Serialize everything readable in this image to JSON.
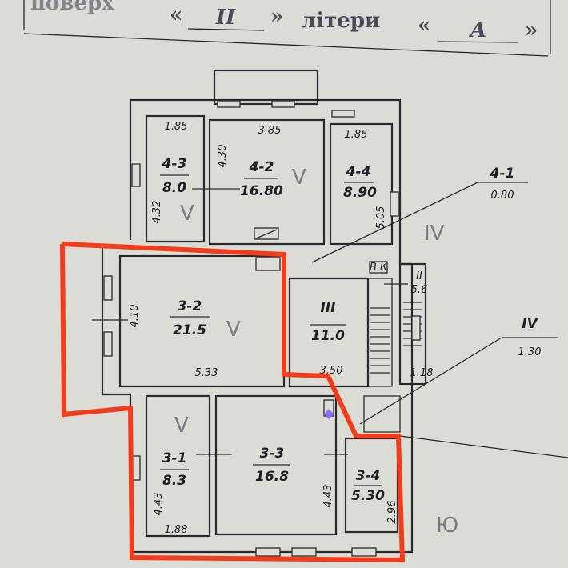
{
  "header": {
    "floor_word": "поверх",
    "floor_open": "«",
    "floor_value": "ІІ",
    "floor_close": "»",
    "letter_word": "літери",
    "letter_open": "«",
    "letter_value": "А",
    "letter_close": "»"
  },
  "rooms": {
    "r4_3": {
      "id": "4-3",
      "area": "8.0",
      "width": "1.85",
      "length": "4.32"
    },
    "r4_2": {
      "id": "4-2",
      "area": "16.80",
      "width": "3.85",
      "length": "4.30"
    },
    "r4_4": {
      "id": "4-4",
      "area": "8.90",
      "width": "1.85",
      "length": "5.05"
    },
    "r4_1": {
      "id": "4-1",
      "area": "0.80"
    },
    "r3_2": {
      "id": "3-2",
      "area": "21.5",
      "width": "5.33",
      "length": "4.10"
    },
    "rIII": {
      "id": "ІІІ",
      "area": "11.0",
      "width": "3.50"
    },
    "rII": {
      "id": "ІІ",
      "area": "5.6",
      "extra": "1.18"
    },
    "rIV": {
      "id": "IV",
      "area": "1.30"
    },
    "r3_1": {
      "id": "3-1",
      "area": "8.3",
      "width": "1.88",
      "length": "4.43"
    },
    "r3_3": {
      "id": "3-3",
      "area": "16.8",
      "length": "4.43"
    },
    "r3_4": {
      "id": "3-4",
      "area": "5.30",
      "length": "2.96"
    }
  },
  "annotations": {
    "wc_label": "В.К",
    "pencil_iv": "IV",
    "pencil_check": "V",
    "pencil_bottom": "Ю"
  },
  "colors": {
    "highlight": "#f23c1c",
    "paper": "#dcdcd6",
    "ink": "#2a2a2e",
    "marker_dot": "#8a6cf0"
  }
}
